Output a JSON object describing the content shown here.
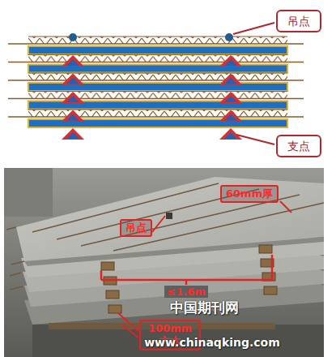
{
  "diagram": {
    "nodes": [
      {
        "text": [
          "吊点"
        ]
      },
      {
        "text": [
          "支点"
        ]
      },
      {
        "text": [
          "60mm厚"
        ]
      },
      {
        "text": [
          "吊点"
        ]
      },
      {
        "text": [
          "100mm 方木"
        ]
      }
    ],
    "labels": [
      "≤1.6m",
      "中国期刊网",
      "www.chinaqking.com"
    ]
  }
}
